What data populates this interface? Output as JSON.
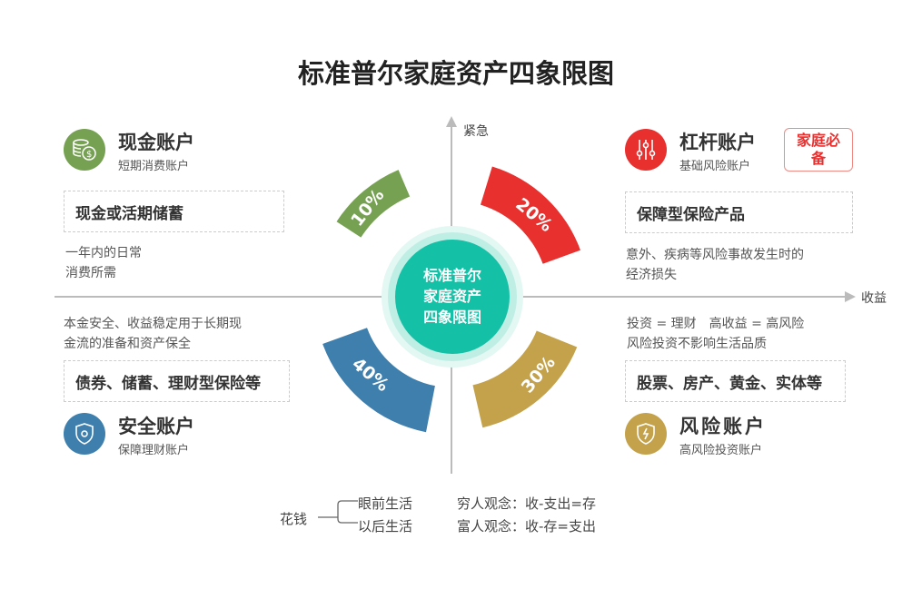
{
  "title": "标准普尔家庭资产四象限图",
  "axes": {
    "y_label": "紧急",
    "x_label": "收益"
  },
  "center": {
    "lines": [
      "标准普尔",
      "家庭资产",
      "四象限图"
    ]
  },
  "quadrants": {
    "cash": {
      "name": "现金账户",
      "sub": "短期消费账户",
      "box": "现金或活期储蓄",
      "desc": [
        "一年内的日常",
        "消费所需"
      ],
      "percent": "10%",
      "color": "#76a152"
    },
    "leverage": {
      "name": "杠杆账户",
      "sub": "基础风险账户",
      "badge": "家庭必备",
      "box": "保障型保险产品",
      "desc": [
        "意外、疾病等风险事故发生时的",
        "经济损失"
      ],
      "percent": "20%",
      "color": "#e8302f"
    },
    "safe": {
      "name": "安全账户",
      "sub": "保障理财账户",
      "box": "债券、储蓄、理财型保险等",
      "desc": [
        "本金安全、收益稳定用于长期现",
        "金流的准备和资产保全"
      ],
      "percent": "40%",
      "color": "#3e7fae"
    },
    "risk": {
      "name": "风险账户",
      "sub": "高风险投资账户",
      "box": "股票、房产、黄金、实体等",
      "desc": [
        "投资 = 理财　高收益 = 高风险",
        "风险投资不影响生活品质"
      ],
      "percent": "30%",
      "color": "#c4a24b"
    }
  },
  "footer": {
    "spend": "花钱",
    "branch1": "眼前生活",
    "branch2": "以后生活",
    "poor": "穷人观念：收-支出=存",
    "rich": "富人观念：收-存=支出"
  }
}
